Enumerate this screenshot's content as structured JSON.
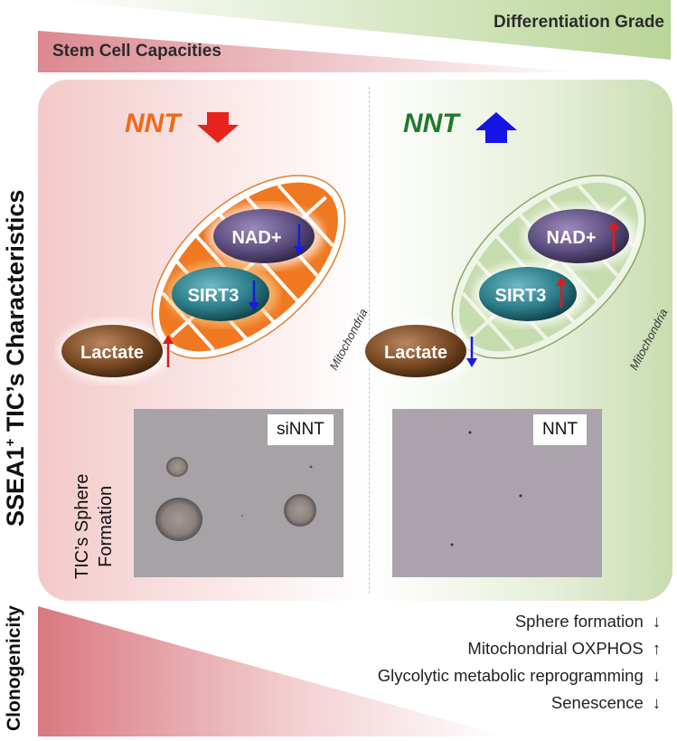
{
  "header": {
    "differentiation_grade": "Differentiation Grade",
    "stem_cell_capacities": "Stem Cell Capacities"
  },
  "side": {
    "main_title_prefix": "SSEA1",
    "main_title_sup": "+",
    "main_title_suffix": " TIC’s Characteristics",
    "sphere_line1": "TIC’s Sphere",
    "sphere_line2": "Formation",
    "clonogenicity": "Clonogenicity"
  },
  "left_panel": {
    "gene": "NNT",
    "gene_color": "#ee6a1a",
    "gene_arrow": "down",
    "arrow_color": "#e8221c",
    "nad": "NAD+",
    "nad_arrow": "down",
    "sirt3": "SIRT3",
    "sirt3_arrow": "down",
    "lactate": "Lactate",
    "lactate_arrow": "up",
    "mitochondria": "Mitochondria",
    "mito_color": "#f07820",
    "photo_label": "siNNT"
  },
  "right_panel": {
    "gene": "NNT",
    "gene_color": "#1f7a2a",
    "gene_arrow": "up",
    "arrow_color": "#1414e6",
    "nad": "NAD+",
    "nad_arrow": "up",
    "sirt3": "SIRT3",
    "sirt3_arrow": "up",
    "lactate": "Lactate",
    "lactate_arrow": "down",
    "mitochondria": "Mitochondria",
    "mito_color": "#c6dcae",
    "photo_label": "NNT"
  },
  "outcomes": [
    {
      "label": "Sphere formation",
      "arrow": "↓"
    },
    {
      "label": "Mitochondrial OXPHOS",
      "arrow": "↑"
    },
    {
      "label": "Glycolytic metabolic reprogramming",
      "arrow": "↓"
    },
    {
      "label": "Senescence",
      "arrow": "↓"
    }
  ]
}
